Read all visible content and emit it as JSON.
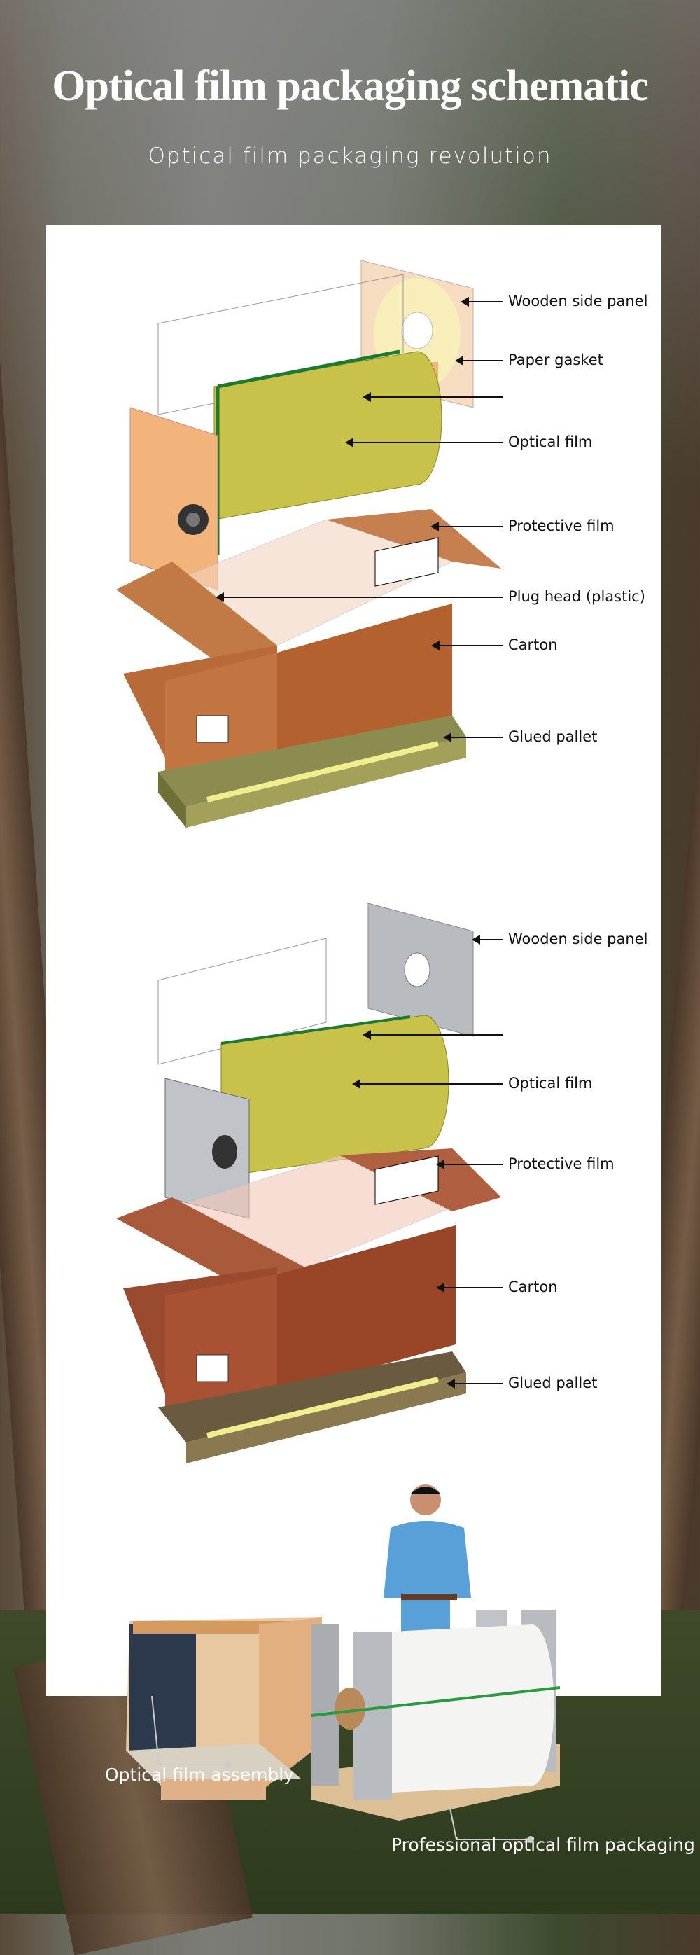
{
  "header": {
    "title": "Optical film packaging schematic",
    "subtitle": "Optical film packaging revolution"
  },
  "diagram1": {
    "labels": [
      "Wooden side panel",
      "Paper gasket",
      "",
      "Optical film",
      "Protective film",
      "Plug head (plastic)",
      "Carton",
      "Glued pallet"
    ]
  },
  "diagram2": {
    "labels": [
      "Wooden side panel",
      "",
      "Optical film",
      "Protective film",
      "Carton",
      "Glued pallet"
    ]
  },
  "photos": {
    "assembly_caption": "Optical film assembly",
    "packaging_caption": "Professional optical film packaging"
  }
}
